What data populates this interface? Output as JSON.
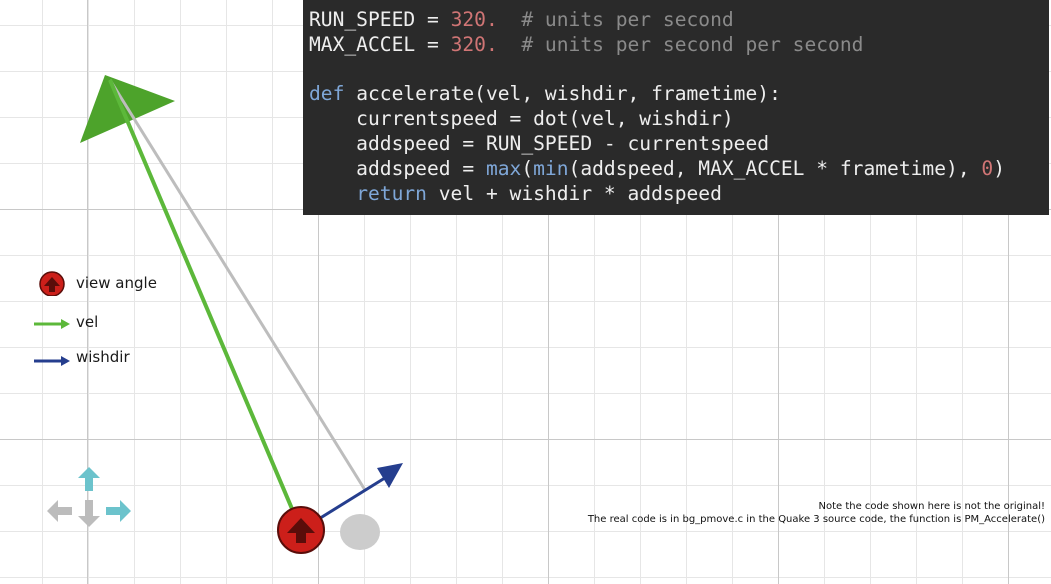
{
  "code": {
    "lines": [
      [
        {
          "t": "RUN_SPEED = ",
          "c": "plain"
        },
        {
          "t": "320.",
          "c": "num"
        },
        {
          "t": "  # units per second",
          "c": "cmt"
        }
      ],
      [
        {
          "t": "MAX_ACCEL = ",
          "c": "plain"
        },
        {
          "t": "320.",
          "c": "num"
        },
        {
          "t": "  # units per second per second",
          "c": "cmt"
        }
      ],
      [],
      [
        {
          "t": "def ",
          "c": "kw"
        },
        {
          "t": "accelerate(vel, wishdir, frametime):",
          "c": "plain"
        }
      ],
      [
        {
          "t": "    currentspeed = dot(vel, wishdir)",
          "c": "plain"
        }
      ],
      [
        {
          "t": "    addspeed = RUN_SPEED - currentspeed",
          "c": "plain"
        }
      ],
      [
        {
          "t": "    addspeed = ",
          "c": "plain"
        },
        {
          "t": "max",
          "c": "kw"
        },
        {
          "t": "(",
          "c": "plain"
        },
        {
          "t": "min",
          "c": "kw"
        },
        {
          "t": "(addspeed, MAX_ACCEL * frametime), ",
          "c": "plain"
        },
        {
          "t": "0",
          "c": "num"
        },
        {
          "t": ")",
          "c": "plain"
        }
      ],
      [
        {
          "t": "    ",
          "c": "plain"
        },
        {
          "t": "return",
          "c": "kw"
        },
        {
          "t": " vel + wishdir * addspeed",
          "c": "plain"
        }
      ]
    ]
  },
  "legend": {
    "view_angle": "view angle",
    "vel": "vel",
    "wishdir": "wishdir"
  },
  "note": {
    "line1": "Note the code shown here is not the original!",
    "line2": "The real code is in bg_pmove.c in the Quake 3 source code, the function is PM_Accelerate()"
  },
  "colors": {
    "vel": "#5cb83a",
    "wishdir": "#253e8e",
    "player": "#cc1f1a",
    "ghost": "#cccccc",
    "view_cone": "#4da32b",
    "key_active": "#6cc3cc",
    "key_inactive": "#bcbcbc",
    "code_bg": "#2a2a2a"
  },
  "icons": {
    "view_angle": "player-view-icon",
    "vel": "green-arrow-icon",
    "wishdir": "blue-arrow-icon",
    "keys": "arrow-keys-icon"
  },
  "keys": {
    "up": "active",
    "left": "inactive",
    "down": "inactive",
    "right": "active"
  }
}
